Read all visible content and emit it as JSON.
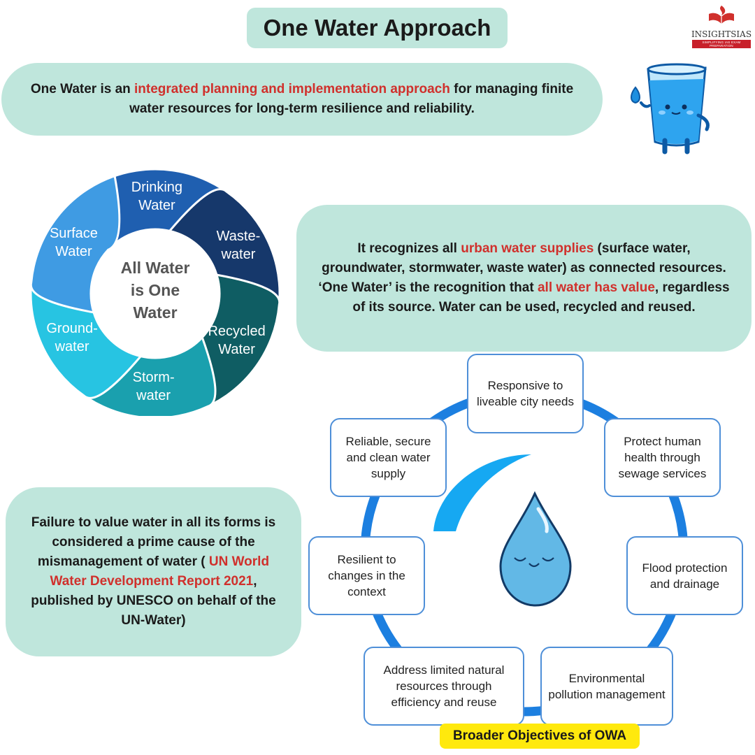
{
  "title": "One Water Approach",
  "logo": {
    "brand": "INSIGHTSIAS",
    "tagline": "SIMPLIFYING IAS EXAM PREPARATION"
  },
  "intro": {
    "part1": "One Water is an ",
    "highlight": "integrated planning and implementation approach",
    "part2": " for managing finite water resources for long-term resilience and reliability."
  },
  "water_cycle": {
    "center_label": [
      "All Water",
      "is One",
      "Water"
    ],
    "segments": [
      {
        "label": [
          "Drinking",
          "Water"
        ],
        "color": "#1f5fb0"
      },
      {
        "label": [
          "Waste-",
          "water"
        ],
        "color": "#16386b"
      },
      {
        "label": [
          "Recycled",
          "Water"
        ],
        "color": "#0f5d63"
      },
      {
        "label": [
          "Storm-",
          "water"
        ],
        "color": "#1aa0ae"
      },
      {
        "label": [
          "Ground-",
          "water"
        ],
        "color": "#27c4e2"
      },
      {
        "label": [
          "Surface",
          "Water"
        ],
        "color": "#3f9be3"
      }
    ]
  },
  "recognition": {
    "part1": "It recognizes all ",
    "highlight1": "urban water supplies",
    "part2": " (surface water, groundwater, stormwater, waste water) as connected resources. ‘One Water’ is the recognition that ",
    "highlight2": "all water has value",
    "part3": ", regardless of its source. Water can be used, recycled and reused."
  },
  "failure": {
    "part1": "Failure to value water in all its forms is considered a prime cause of the mismanagement of water ( ",
    "highlight": "UN World Water Development Report 2021",
    "part2": ", published by UNESCO on behalf of the UN-Water)"
  },
  "objectives": {
    "caption": "Broader Objectives of OWA",
    "items": [
      "Responsive to liveable city needs",
      "Protect human health through sewage services",
      "Flood protection and drainage",
      "Environmental pollution management",
      "Address limited natural resources through efficiency and reuse",
      "Resilient to changes in the context",
      "Reliable, secure and clean water supply"
    ]
  },
  "colors": {
    "mint": "#bfe6dc",
    "highlight_red": "#d0302c",
    "ring_blue": "#1c7fe0",
    "caption_yellow": "#ffe90d"
  }
}
